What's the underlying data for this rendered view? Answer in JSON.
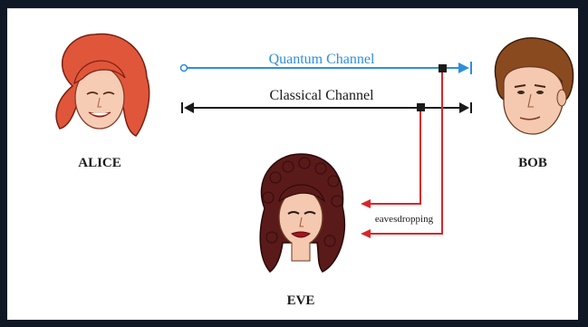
{
  "diagram": {
    "channels": {
      "quantum": "Quantum Channel",
      "classical": "Classical Channel"
    },
    "parties": {
      "alice": "ALICE",
      "bob": "BOB",
      "eve": "EVE"
    },
    "eavesdrop_label": "eavesdropping",
    "colors": {
      "quantum": "#2f8fd8",
      "classical": "#1a1a1a",
      "eavesdrop": "#d9262b",
      "alice_hair": "#e0563a",
      "bob_hair": "#8a4a1f",
      "eve_hair": "#5a1a1a",
      "skin": "#f4c9b0"
    }
  }
}
